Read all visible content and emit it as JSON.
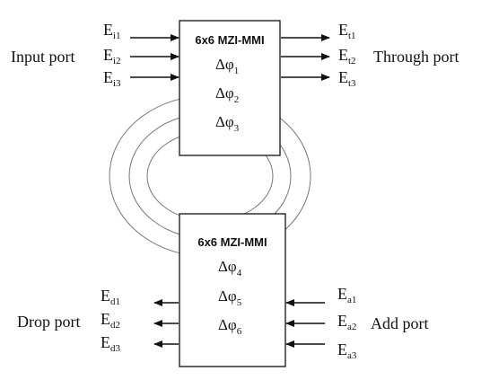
{
  "diagram": {
    "top_box": {
      "title": "6x6 MZI-MMI",
      "phases": [
        {
          "sym": "Δφ",
          "sub": "1"
        },
        {
          "sym": "Δφ",
          "sub": "2"
        },
        {
          "sym": "Δφ",
          "sub": "3"
        }
      ]
    },
    "bottom_box": {
      "title": "6x6 MZI-MMI",
      "phases": [
        {
          "sym": "Δφ",
          "sub": "4"
        },
        {
          "sym": "Δφ",
          "sub": "5"
        },
        {
          "sym": "Δφ",
          "sub": "6"
        }
      ]
    },
    "input_port": {
      "label": "Input port",
      "signals": [
        {
          "main": "E",
          "sub": "i1"
        },
        {
          "main": "E",
          "sub": "i2"
        },
        {
          "main": "E",
          "sub": "i3"
        }
      ]
    },
    "through_port": {
      "label": "Through port",
      "signals": [
        {
          "main": "E",
          "sub": "t1"
        },
        {
          "main": "E",
          "sub": "t2"
        },
        {
          "main": "E",
          "sub": "t3"
        }
      ]
    },
    "drop_port": {
      "label": "Drop port",
      "signals": [
        {
          "main": "E",
          "sub": "d1"
        },
        {
          "main": "E",
          "sub": "d2"
        },
        {
          "main": "E",
          "sub": "d3"
        }
      ]
    },
    "add_port": {
      "label": "Add port",
      "signals": [
        {
          "main": "E",
          "sub": "a1"
        },
        {
          "main": "E",
          "sub": "a2"
        },
        {
          "main": "E",
          "sub": "a3"
        }
      ]
    },
    "colors": {
      "stroke": "#111111",
      "ring": "#777777",
      "background": "#ffffff"
    }
  }
}
